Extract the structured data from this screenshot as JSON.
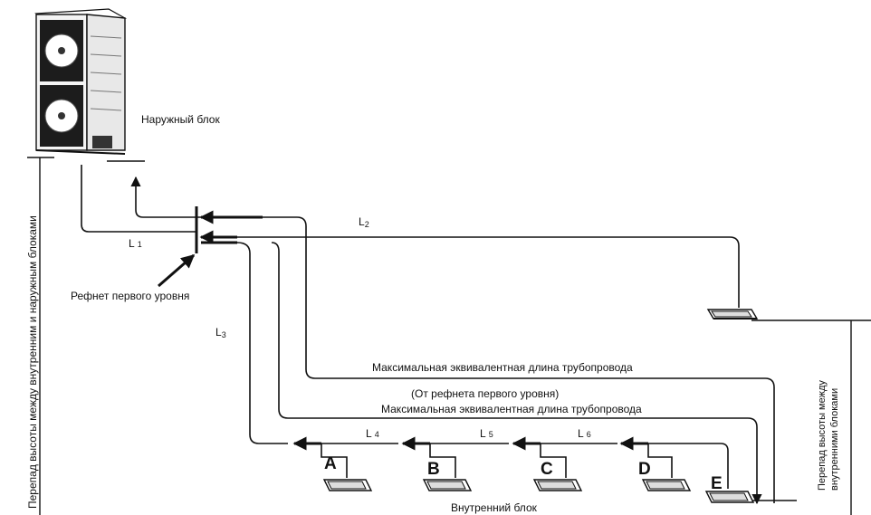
{
  "labels": {
    "outdoor_unit": "Наружный блок",
    "first_refnet": "Рефнет первого уровня",
    "indoor_unit": "Внутренний блок",
    "max_length_1": "Максимальная эквивалентная длина трубопровода",
    "from_first_refnet": "(От рефнета первого уровня)",
    "max_length_2": "Максимальная эквивалентная длина трубопровода",
    "height_diff_indoor_outdoor": "Перепад высоты между внутренним и наружным блоками",
    "height_diff_indoor_line1": "Перепад высоты между",
    "height_diff_indoor_line2": "внутренними блоками"
  },
  "segments": {
    "L1": {
      "main": "L",
      "sub": "1"
    },
    "L2": {
      "main": "L",
      "sub": "2"
    },
    "L3": {
      "main": "L",
      "sub": "3"
    },
    "L4": {
      "main": "L",
      "sub": "4"
    },
    "L5": {
      "main": "L",
      "sub": "5"
    },
    "L6": {
      "main": "L",
      "sub": "6"
    }
  },
  "units": [
    "A",
    "B",
    "C",
    "D",
    "E"
  ],
  "colors": {
    "line": "#111111",
    "background": "#ffffff"
  }
}
